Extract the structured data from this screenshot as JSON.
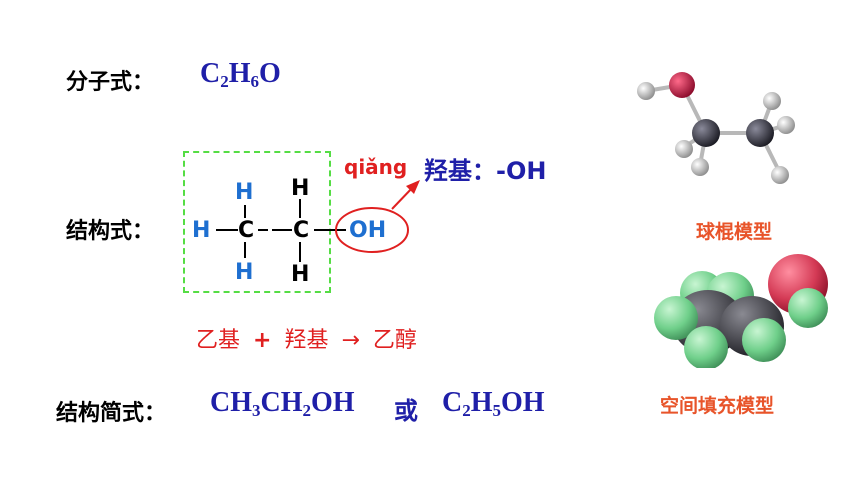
{
  "colors": {
    "blue": "#1f1fa8",
    "h_blue": "#1e6fd0",
    "red": "#e02020",
    "orange": "#e8542a",
    "green_dash": "#55dd44",
    "oxygen": "#c8124a",
    "carbon": "#3a3a44",
    "hydrogen": "#d8d8d8",
    "fill_green": "#6fcf8a",
    "fill_red": "#d43a55"
  },
  "molecular": {
    "label": "分子式：",
    "parts": [
      "C",
      "2",
      "H",
      "6",
      "O"
    ]
  },
  "structural": {
    "label": "结构式：",
    "atoms": {
      "h_top1": "H",
      "h_top2": "H",
      "h_left": "H",
      "c1": "C",
      "c2": "C",
      "h_bot1": "H",
      "h_bot2": "H",
      "oh": "OH"
    },
    "annotation": {
      "pinyin": "qiǎng",
      "name": "羟基：",
      "group": "-OH"
    },
    "equation": {
      "a": "乙基",
      "plus": "+",
      "b": "羟基",
      "arrow": "→",
      "c": "乙醇"
    }
  },
  "simplified": {
    "label": "结构简式：",
    "f1": [
      "CH",
      "3",
      "CH",
      "2",
      "OH"
    ],
    "or": "或",
    "f2": [
      "C",
      "2",
      "H",
      "5",
      "OH"
    ]
  },
  "models": {
    "ball_stick_label": "球棍模型",
    "space_fill_label": "空间填充模型"
  }
}
